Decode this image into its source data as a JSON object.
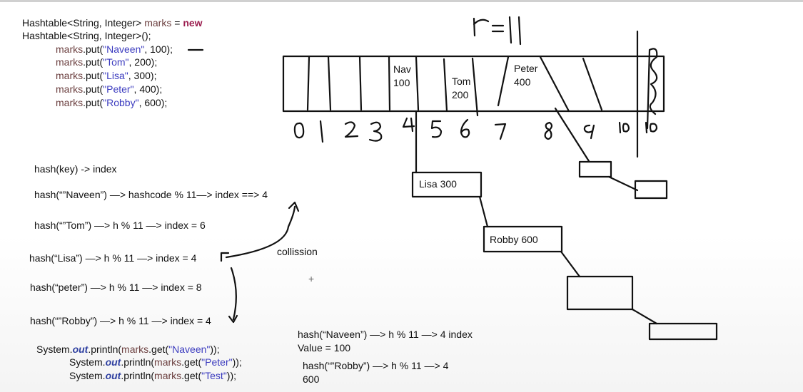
{
  "code_block": {
    "line1": {
      "a": "Hashtable<String, Integer> ",
      "b": "marks",
      "c": " = ",
      "d": "new"
    },
    "line2": "Hashtable<String, Integer>();",
    "puts": [
      {
        "var": "marks",
        "mid": ".put(",
        "key": "\"Naveen\"",
        "rest": ", 100);"
      },
      {
        "var": "marks",
        "mid": ".put(",
        "key": "\"Tom\"",
        "rest": ", 200);"
      },
      {
        "var": "marks",
        "mid": ".put(",
        "key": "\"Lisa\"",
        "rest": ", 300);"
      },
      {
        "var": "marks",
        "mid": ".put(",
        "key": "\"Peter\"",
        "rest": ", 400);"
      },
      {
        "var": "marks",
        "mid": ".put(",
        "key": "\"Robby\"",
        "rest": ", 600);"
      }
    ]
  },
  "capacity_note": "r=11",
  "table_cells": {
    "nav": "Nav",
    "nav_val": "100",
    "tom": "Tom",
    "tom_val": "200",
    "peter": "Peter",
    "peter_val": "400"
  },
  "indices": [
    "0",
    "1",
    "2",
    "3",
    "4",
    "5",
    "6",
    "7",
    "8",
    "9",
    "10",
    "10"
  ],
  "hash_lines": {
    "h0": "hash(key) -> index",
    "h1": "hash(“”Naveen”) —> hashcode % 11—>  index ==> 4",
    "h2": "hash(“”Tom”) —> h % 11 —> index = 6",
    "h3": "hash(“Lisa”) —> h % 11 —> index = 4",
    "h4": "hash(“peter”) —> h % 11 —> index = 8",
    "h5": "hash(“”Robby”) —> h % 11 —> index = 4"
  },
  "collision_label": "collission",
  "nodes": {
    "lisa": "Lisa 300",
    "robby": "Robby 600"
  },
  "get_block": {
    "obj": "System.",
    "field": "out",
    "call": ".println(",
    "var": "marks",
    "get": ".get(",
    "keys": [
      "\"Naveen\"",
      "\"Peter\"",
      "\"Test\""
    ],
    "ends": [
      "));",
      "));",
      "));"
    ]
  },
  "result_notes": {
    "r1": "hash(“Naveen”) —> h % 11 —> 4 index",
    "r2": "Value = 100",
    "r3": "hash(“”Robby”) —> h % 11 —> 4",
    "r4": "600"
  },
  "plus_mark": "+"
}
